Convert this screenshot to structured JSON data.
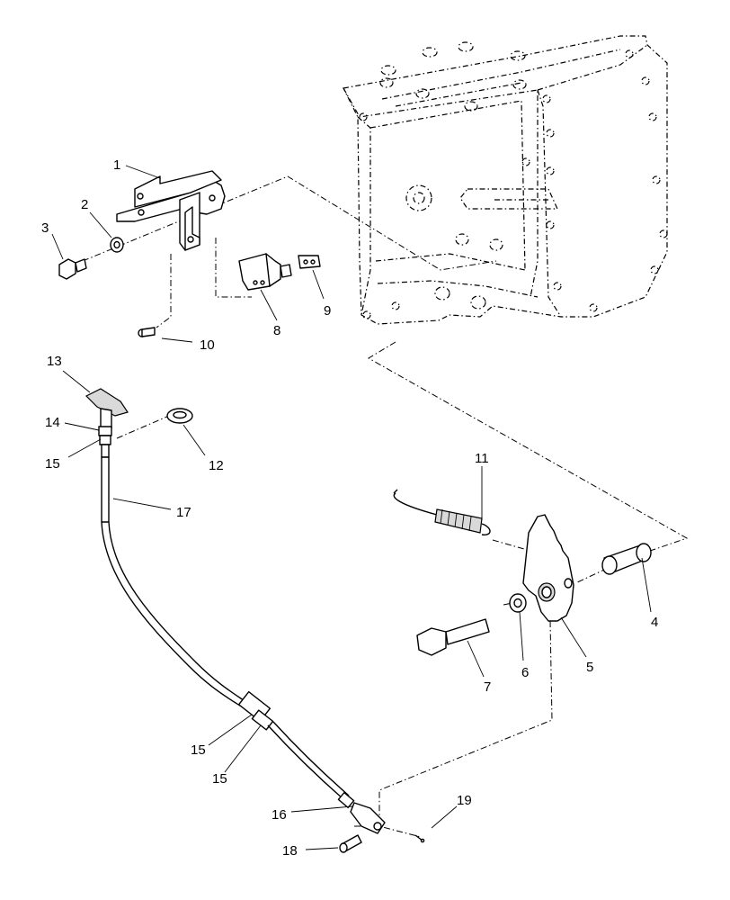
{
  "callouts": {
    "c1": "1",
    "c2": "2",
    "c3": "3",
    "c4": "4",
    "c5": "5",
    "c6": "6",
    "c7": "7",
    "c8": "8",
    "c9": "9",
    "c10": "10",
    "c11": "11",
    "c12": "12",
    "c13": "13",
    "c14": "14",
    "c15a": "15",
    "c15b": "15",
    "c15c": "15",
    "c16": "16",
    "c17": "17",
    "c18": "18",
    "c19": "19"
  }
}
